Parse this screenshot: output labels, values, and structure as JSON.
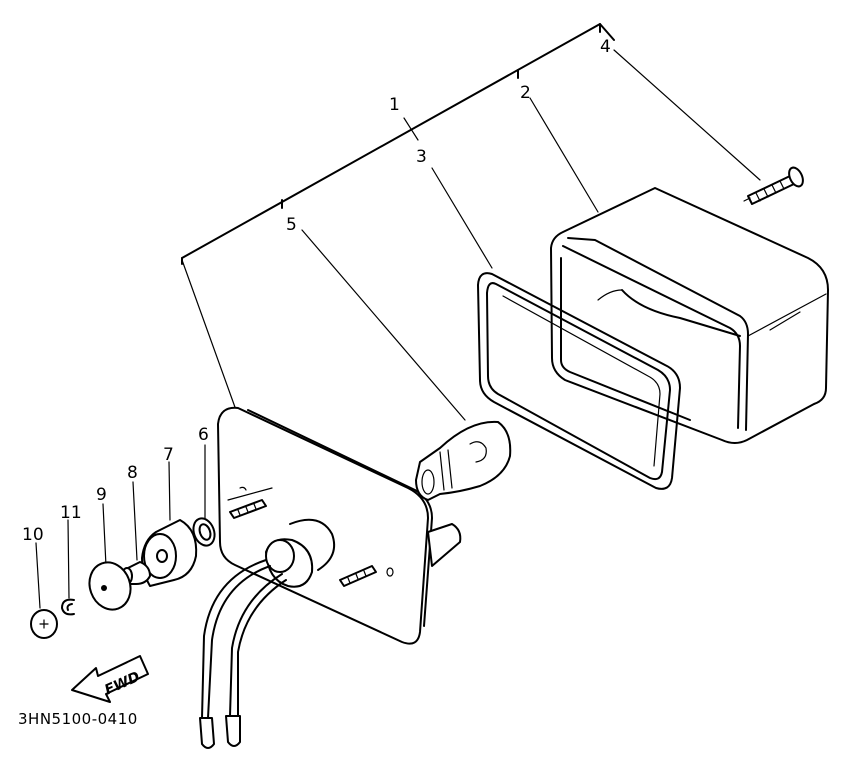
{
  "callouts": [
    "1",
    "2",
    "3",
    "4",
    "5",
    "6",
    "7",
    "8",
    "9",
    "10",
    "11"
  ],
  "direction_label": "FWD",
  "drawing_code": "3HN5100-0410"
}
